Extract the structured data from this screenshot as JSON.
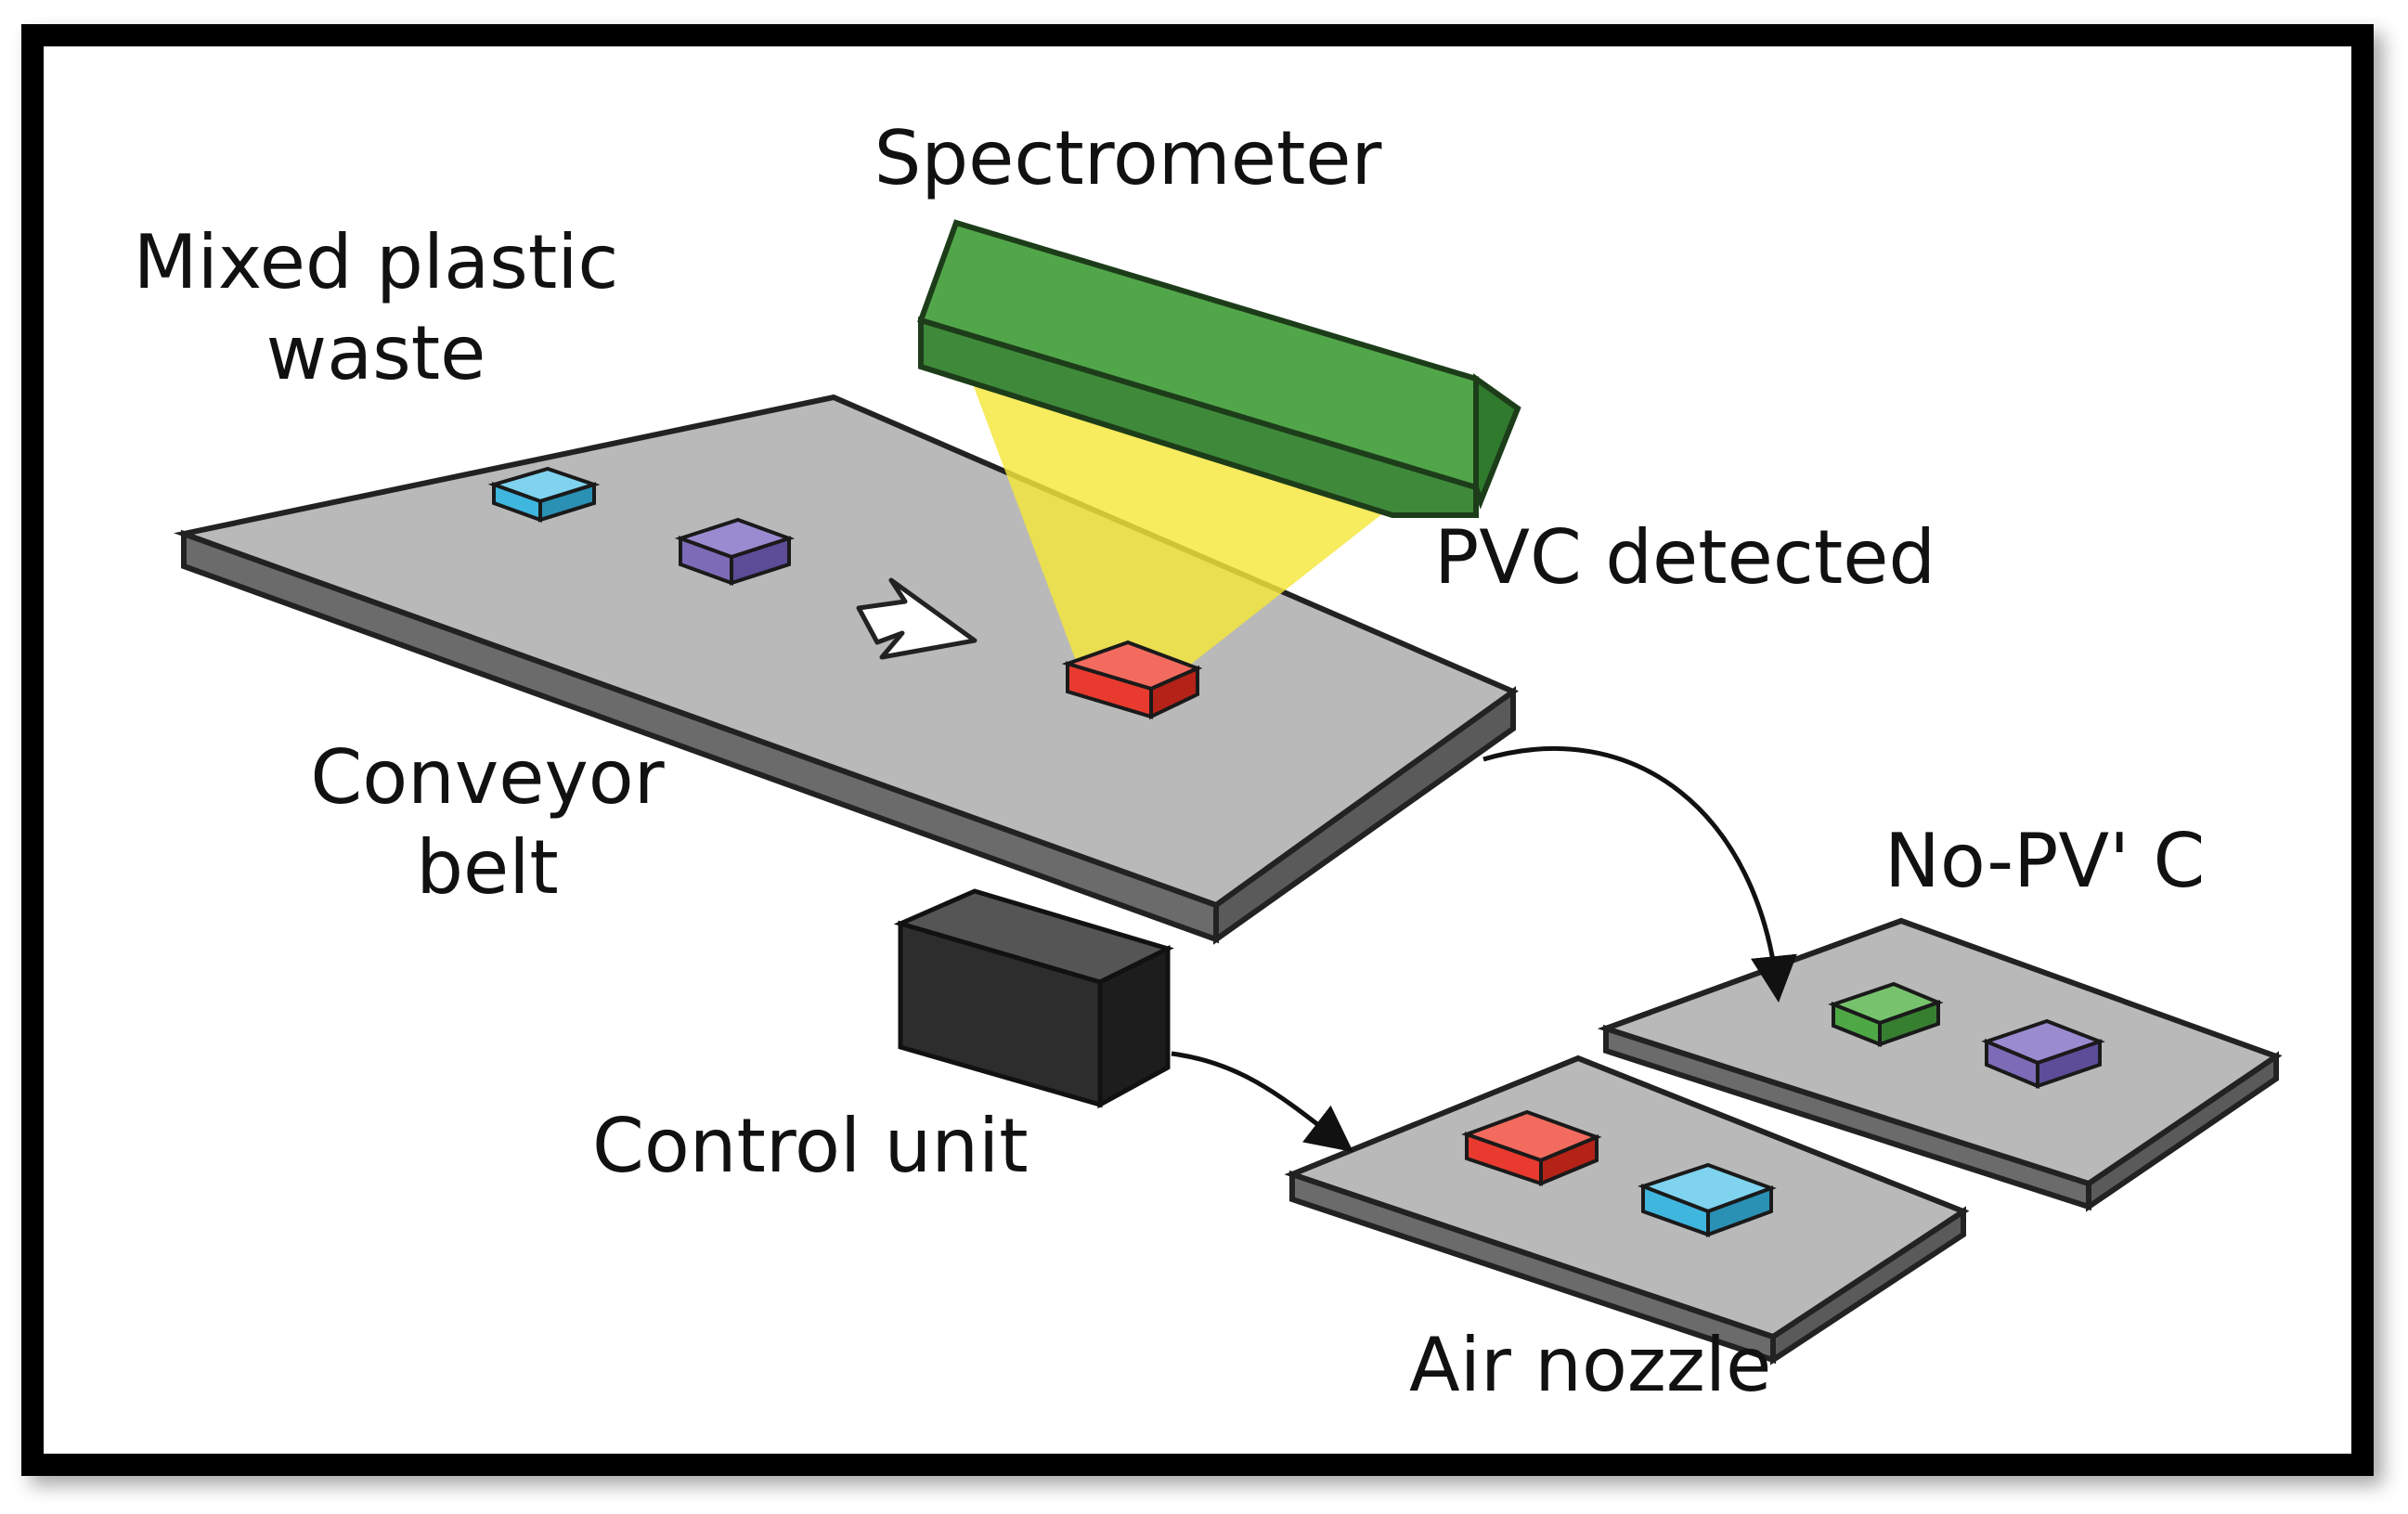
{
  "labels": {
    "spectrometer": "Spectrometer",
    "mixed_line1": "Mixed plastic",
    "mixed_line2": "waste",
    "pvc_detected": "PVC detected",
    "conveyor_line1": "Conveyor",
    "conveyor_line2": "belt",
    "control_unit": "Control unit",
    "no_pvc": "No-PV' C",
    "air_nozzle": "Air nozzle"
  },
  "colors": {
    "belt_top": "#b9b9b9",
    "belt_side": "#6b6b6b",
    "spectrometer_green": "#52a64a",
    "beam_yellow": "#f5e63a",
    "pvc_red": "#e83a2e",
    "cyan": "#3fb6de",
    "purple": "#7d6bb7",
    "green": "#4fa846",
    "control_unit": "#2d2d2d"
  },
  "icons": {
    "direction": "outline-arrow-icon"
  }
}
